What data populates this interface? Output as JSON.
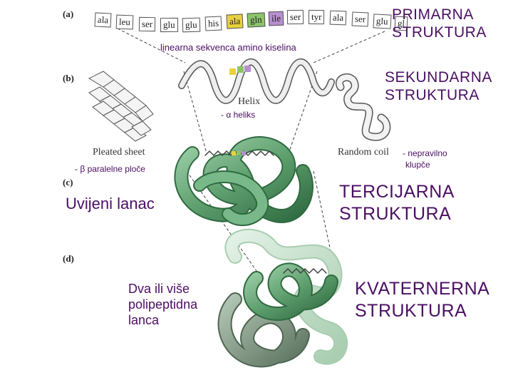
{
  "panels": {
    "a": "(a)",
    "b": "(b)",
    "c": "(c)",
    "d": "(d)"
  },
  "sequence": {
    "residues": [
      {
        "label": "ala",
        "highlight": ""
      },
      {
        "label": "leu",
        "highlight": ""
      },
      {
        "label": "ser",
        "highlight": ""
      },
      {
        "label": "glu",
        "highlight": ""
      },
      {
        "label": "glu",
        "highlight": ""
      },
      {
        "label": "his",
        "highlight": ""
      },
      {
        "label": "ala",
        "highlight": "#e8d23a"
      },
      {
        "label": "gln",
        "highlight": "#8cc46a"
      },
      {
        "label": "ile",
        "highlight": "#b78fd0"
      },
      {
        "label": "ser",
        "highlight": ""
      },
      {
        "label": "tyr",
        "highlight": ""
      },
      {
        "label": "ala",
        "highlight": ""
      },
      {
        "label": "ser",
        "highlight": ""
      },
      {
        "label": "glu",
        "highlight": ""
      },
      {
        "label": "gl",
        "highlight": ""
      }
    ]
  },
  "labels": {
    "primary": [
      "PRIMARNA",
      "STRUKTURA"
    ],
    "linear_sequence": "linearna sekvenca amino kiselina",
    "secondary": [
      "SEKUNDARNA",
      "STRUKTURA"
    ],
    "helix_caption": "Helix",
    "alpha_helix": "- α heliks",
    "pleated_caption": "Pleated sheet",
    "beta_sheet": "- β paralelne ploče",
    "random_caption": "Random coil",
    "random_note": [
      "- nepravilno",
      "klupče"
    ],
    "tertiary": [
      "TERCIJARNA",
      "STRUKTURA"
    ],
    "folded_chain": "Uvijeni lanac",
    "quaternary": [
      "KVATERNERNA",
      "STRUKTURA"
    ],
    "multi_chain": [
      "Dva ili više",
      "polipeptidna",
      "lanca"
    ]
  },
  "colors": {
    "text_purple": "#4b0f63",
    "protein_green": "#6aa878",
    "protein_dark": "#3f7d50",
    "protein_light": "#b9d9bf",
    "protein_gray": "#7f9a83"
  }
}
